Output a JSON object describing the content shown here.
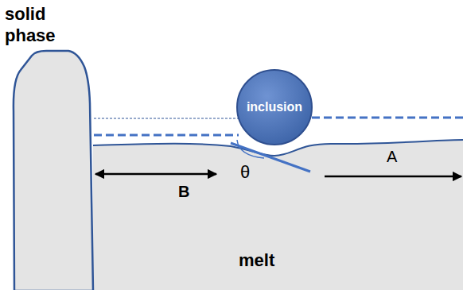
{
  "diagram": {
    "nodes": [
      {
        "text": [
          "solid phase"
        ]
      },
      {
        "text": [
          "inclusion"
        ]
      }
    ],
    "labels": [
      "θ",
      "B",
      "A",
      "melt"
    ]
  }
}
